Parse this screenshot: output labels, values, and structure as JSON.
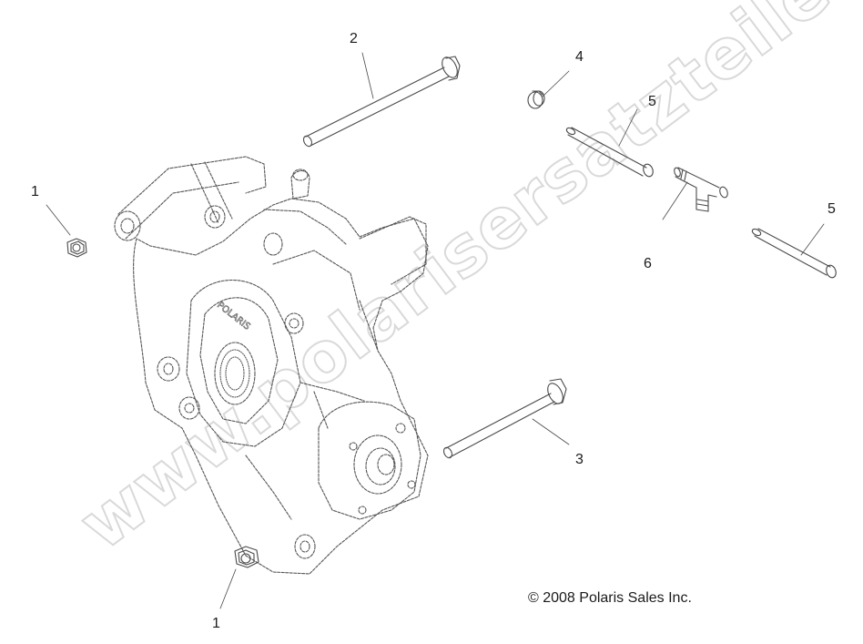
{
  "diagram": {
    "type": "exploded parts diagram",
    "subject": "transmission / gearcase assembly with mounting hardware",
    "colors": {
      "linework": "#4a4a4a",
      "text": "#1a1a1a",
      "watermark_outline": "#d8d8d8",
      "background": "#ffffff"
    },
    "callouts": [
      {
        "id": "c1a",
        "label": "1",
        "part": "flange nut (left)"
      },
      {
        "id": "c1b",
        "label": "1",
        "part": "flange nut (bottom)"
      },
      {
        "id": "c2",
        "label": "2",
        "part": "long flange bolt (upper)"
      },
      {
        "id": "c3",
        "label": "3",
        "part": "flange bolt (lower right)"
      },
      {
        "id": "c4",
        "label": "4",
        "part": "hose clamp"
      },
      {
        "id": "c5a",
        "label": "5",
        "part": "vent hose (upper)"
      },
      {
        "id": "c5b",
        "label": "5",
        "part": "vent hose (right)"
      },
      {
        "id": "c6",
        "label": "6",
        "part": "tee fitting"
      }
    ],
    "housing_embossing": "POLARIS",
    "copyright": "© 2008 Polaris Sales Inc.",
    "watermark": "www.polarisersatzteile.de"
  }
}
